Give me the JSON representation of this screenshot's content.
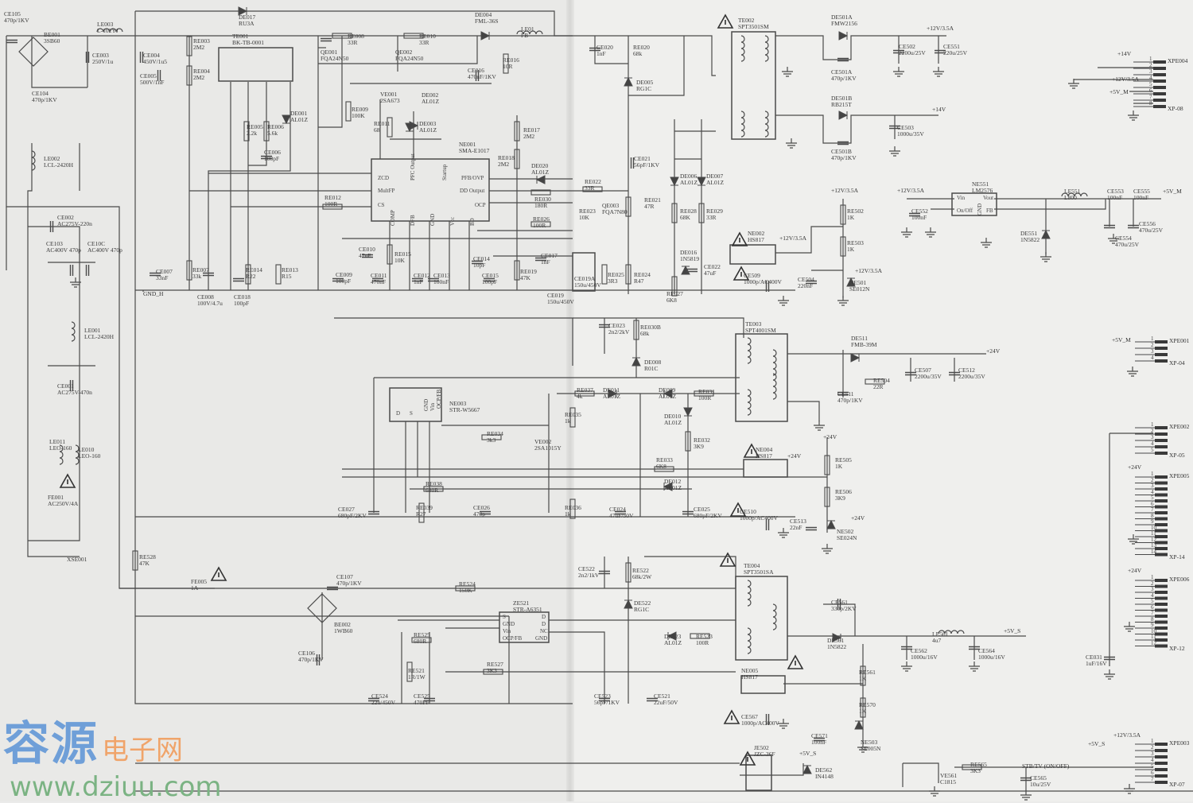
{
  "components": [
    {
      "ref": "CE105",
      "val": "470p/1KV"
    },
    {
      "ref": "LE003",
      "val": "L-102YJ"
    },
    {
      "ref": "BE001",
      "val": "3SB60"
    },
    {
      "ref": "CE003",
      "val": "250V/1u"
    },
    {
      "ref": "CE104",
      "val": "470p/1KV"
    },
    {
      "ref": "LE002",
      "val": "LCL-2420H"
    },
    {
      "ref": "CE004",
      "val": "450V/1u5"
    },
    {
      "ref": "CE005",
      "val": "500V/1nF"
    },
    {
      "ref": "RE003",
      "val": "2M2"
    },
    {
      "ref": "RE004",
      "val": "2M2"
    },
    {
      "ref": "DE017",
      "val": "RU3A"
    },
    {
      "ref": "TE001",
      "val": "BK-TB-0001"
    },
    {
      "ref": "QE001",
      "val": "FQA24N50"
    },
    {
      "ref": "RE008",
      "val": "33R"
    },
    {
      "ref": "QE002",
      "val": "FQA24N50"
    },
    {
      "ref": "RE010",
      "val": "33R"
    },
    {
      "ref": "DE004",
      "val": "FML-36S"
    },
    {
      "ref": "LE01",
      "val": "FB"
    },
    {
      "ref": "CE016",
      "val": "470nF/1KV"
    },
    {
      "ref": "RE016",
      "val": "10R"
    },
    {
      "ref": "DE001",
      "val": "AL01Z"
    },
    {
      "ref": "RE005",
      "val": "2.2k"
    },
    {
      "ref": "RE006",
      "val": "5.6k"
    },
    {
      "ref": "CE006",
      "val": "100pF"
    },
    {
      "ref": "RE009",
      "val": "100K"
    },
    {
      "ref": "VE001",
      "val": "2SA673"
    },
    {
      "ref": "DE002",
      "val": "AL01Z"
    },
    {
      "ref": "RE011",
      "val": "68"
    },
    {
      "ref": "DE003",
      "val": "AL01Z"
    },
    {
      "ref": "NE001",
      "val": "SMA-E1017"
    },
    {
      "ref": "RE017",
      "val": "2M2"
    },
    {
      "ref": "RE018",
      "val": "2M2"
    },
    {
      "ref": "DE020",
      "val": "AL01Z"
    },
    {
      "ref": "RE030",
      "val": "180R"
    },
    {
      "ref": "RE026",
      "val": "100R"
    },
    {
      "ref": "RE012",
      "val": "100R"
    },
    {
      "ref": "CE007",
      "val": "33nF"
    },
    {
      "ref": "RE007",
      "val": "33k"
    },
    {
      "ref": "CE008",
      "val": "100V/4.7u"
    },
    {
      "ref": "CE018",
      "val": "100pF"
    },
    {
      "ref": "RE014",
      "val": "R22"
    },
    {
      "ref": "RE013",
      "val": "R15"
    },
    {
      "ref": "CE009",
      "val": "100pF"
    },
    {
      "ref": "CE010",
      "val": "47nF"
    },
    {
      "ref": "RE015",
      "val": "10K"
    },
    {
      "ref": "CE011",
      "val": "470nF"
    },
    {
      "ref": "CE012",
      "val": "1nF"
    },
    {
      "ref": "CE013",
      "val": "100nF"
    },
    {
      "ref": "CE014",
      "val": "10pF"
    },
    {
      "ref": "CE015",
      "val": "100pF"
    },
    {
      "ref": "RE019",
      "val": "47K"
    },
    {
      "ref": "CE017",
      "val": "1nF"
    },
    {
      "ref": "CE019",
      "val": "150u/450V"
    },
    {
      "ref": "CE019A",
      "val": "150u/450V"
    },
    {
      "ref": "CE002",
      "val": "AC275V-220n"
    },
    {
      "ref": "CE103",
      "val": "AC400V 470p"
    },
    {
      "ref": "CE10C",
      "val": "AC400V 470p"
    },
    {
      "ref": "LE001",
      "val": "LCL-2420H"
    },
    {
      "ref": "CE001",
      "val": "AC275V-470n"
    },
    {
      "ref": "LE011",
      "val": "LEO-160"
    },
    {
      "ref": "LE010",
      "val": "LEO-160"
    },
    {
      "ref": "FE001",
      "val": "AC250V/4A"
    },
    {
      "ref": "XSE001",
      "val": ""
    },
    {
      "ref": "CE020",
      "val": "1nF"
    },
    {
      "ref": "RE020",
      "val": "68k"
    },
    {
      "ref": "DE005",
      "val": "RG1C"
    },
    {
      "ref": "TE002",
      "val": "SPT3501SM"
    },
    {
      "ref": "DE501A",
      "val": "FMW2156"
    },
    {
      "ref": "CE501A",
      "val": "470p/1KV"
    },
    {
      "ref": "CE502",
      "val": "2200u/25V"
    },
    {
      "ref": "CE551",
      "val": "220u/25V"
    },
    {
      "ref": "DE501B",
      "val": "RB215T"
    },
    {
      "ref": "CE501B",
      "val": "470p/1KV"
    },
    {
      "ref": "CE503",
      "val": "1000u/35V"
    },
    {
      "ref": "CE021",
      "val": "56pF/1KV"
    },
    {
      "ref": "RE022",
      "val": "33R"
    },
    {
      "ref": "QE003",
      "val": "FQA7N80"
    },
    {
      "ref": "RE023",
      "val": "10K"
    },
    {
      "ref": "RE021",
      "val": "47R"
    },
    {
      "ref": "DE006",
      "val": "AL01Z"
    },
    {
      "ref": "DE007",
      "val": "AL01Z"
    },
    {
      "ref": "RE028",
      "val": "68K"
    },
    {
      "ref": "RE029",
      "val": "33R"
    },
    {
      "ref": "DE016",
      "val": "1N5819"
    },
    {
      "ref": "CE022",
      "val": "47uF"
    },
    {
      "ref": "RE025",
      "val": "3R3"
    },
    {
      "ref": "RE024",
      "val": "R47"
    },
    {
      "ref": "RE027",
      "val": "6K8"
    },
    {
      "ref": "NE002",
      "val": "HS817"
    },
    {
      "ref": "CE509",
      "val": "1000p/AC400V"
    },
    {
      "ref": "RE502",
      "val": "1K"
    },
    {
      "ref": "RE503",
      "val": "1K"
    },
    {
      "ref": "CE504",
      "val": "220nF"
    },
    {
      "ref": "NE501",
      "val": "SE012N"
    },
    {
      "ref": "NE551",
      "val": "LM2576"
    },
    {
      "ref": "CE552",
      "val": "100nF"
    },
    {
      "ref": "LE551",
      "val": "L800"
    },
    {
      "ref": "DE551",
      "val": "1N5822"
    },
    {
      "ref": "CE553",
      "val": "100nF"
    },
    {
      "ref": "CE555",
      "val": "100nF"
    },
    {
      "ref": "CE556",
      "val": "470u/25V"
    },
    {
      "ref": "CE554",
      "val": "470u/25V"
    },
    {
      "ref": "CE023",
      "val": "2n2/2kV"
    },
    {
      "ref": "RE030B",
      "val": "68k"
    },
    {
      "ref": "DE008",
      "val": "R01C"
    },
    {
      "ref": "TE003",
      "val": "SPT4001SM"
    },
    {
      "ref": "DE511",
      "val": "FMB-39M"
    },
    {
      "ref": "CE511",
      "val": "470p/1KV"
    },
    {
      "ref": "RE504",
      "val": "22R"
    },
    {
      "ref": "CE507",
      "val": "2200u/35V"
    },
    {
      "ref": "CE512",
      "val": "2200u/35V"
    },
    {
      "ref": "NE003",
      "val": "STR-W5667"
    },
    {
      "ref": "RE037",
      "val": "4k"
    },
    {
      "ref": "DE011",
      "val": "AL01Z"
    },
    {
      "ref": "DE009",
      "val": "AL01Z"
    },
    {
      "ref": "RE031",
      "val": "100R"
    },
    {
      "ref": "DE010",
      "val": "AL01Z"
    },
    {
      "ref": "RE035",
      "val": "1k"
    },
    {
      "ref": "RE034",
      "val": "3k3"
    },
    {
      "ref": "VE002",
      "val": "2SA1015Y"
    },
    {
      "ref": "RE032",
      "val": "3K9"
    },
    {
      "ref": "RE033",
      "val": "6K8"
    },
    {
      "ref": "NE004",
      "val": "HS817"
    },
    {
      "ref": "RE038",
      "val": "680R"
    },
    {
      "ref": "DE012",
      "val": "AL01Z"
    },
    {
      "ref": "RE505",
      "val": "1K"
    },
    {
      "ref": "RE506",
      "val": "3K9"
    },
    {
      "ref": "CE027",
      "val": "680pF/2KV"
    },
    {
      "ref": "RE039",
      "val": "R27"
    },
    {
      "ref": "CE026",
      "val": "470p"
    },
    {
      "ref": "RE036",
      "val": "1k"
    },
    {
      "ref": "CE024",
      "val": "47uF/50V"
    },
    {
      "ref": "CE025",
      "val": "680pF/2KV"
    },
    {
      "ref": "CE510",
      "val": "1000p/AC400V"
    },
    {
      "ref": "CE513",
      "val": "22nF"
    },
    {
      "ref": "NE502",
      "val": "SE024N"
    },
    {
      "ref": "RE528",
      "val": "47K"
    },
    {
      "ref": "FE005",
      "val": "1A"
    },
    {
      "ref": "CE107",
      "val": "470p/1KV"
    },
    {
      "ref": "RE524",
      "val": "150K"
    },
    {
      "ref": "BE002",
      "val": "1WB60"
    },
    {
      "ref": "CE106",
      "val": "470p/1KV"
    },
    {
      "ref": "ZE521",
      "val": "STR-A6351"
    },
    {
      "ref": "RE525",
      "val": "680R"
    },
    {
      "ref": "RE521",
      "val": "1R/1W"
    },
    {
      "ref": "RE527",
      "val": "3K3"
    },
    {
      "ref": "CE524",
      "val": "22u/450V"
    },
    {
      "ref": "CE525",
      "val": "470PF"
    },
    {
      "ref": "CE522",
      "val": "2n2/1kV"
    },
    {
      "ref": "RE522",
      "val": "68k/2W"
    },
    {
      "ref": "DE522",
      "val": "RG1C"
    },
    {
      "ref": "DE523",
      "val": "AL01Z"
    },
    {
      "ref": "RE523",
      "val": "100R"
    },
    {
      "ref": "CE523",
      "val": "56pF/1KV"
    },
    {
      "ref": "CE521",
      "val": "22uF/50V"
    },
    {
      "ref": "TE004",
      "val": "SPT3501SA"
    },
    {
      "ref": "CE561",
      "val": "330p/2KV"
    },
    {
      "ref": "DE561",
      "val": "1N5822"
    },
    {
      "ref": "LE561",
      "val": "4u7"
    },
    {
      "ref": "CE562",
      "val": "1000u/16V"
    },
    {
      "ref": "CE564",
      "val": "1000u/16V"
    },
    {
      "ref": "NE005",
      "val": "HS817"
    },
    {
      "ref": "RE561",
      "val": "1K"
    },
    {
      "ref": "RE570",
      "val": "1K"
    },
    {
      "ref": "CE567",
      "val": "1000p/AC400V"
    },
    {
      "ref": "CE571",
      "val": "100nF"
    },
    {
      "ref": "NE503",
      "val": "SE005N"
    },
    {
      "ref": "JE502",
      "val": "JZC-36F"
    },
    {
      "ref": "DE562",
      "val": "IN4148"
    },
    {
      "ref": "VE561",
      "val": "C1815"
    },
    {
      "ref": "RE565",
      "val": "3K3"
    },
    {
      "ref": "CE565",
      "val": "10u/25V"
    },
    {
      "ref": "CE031",
      "val": "1uF/16V"
    }
  ],
  "nets": {
    "gnd_h": "GND_H",
    "v12_1": "+12V/3.5A",
    "v14_1": "+14V",
    "v12_2": "+12V/3.5A",
    "v12_3": "+12V/3.5A",
    "v12_4": "+12V/3.5A",
    "v12_5": "+12V/3.5A",
    "v5m_1": "+5V_M",
    "v14_2": "+14V",
    "v12_6": "+12V/3.5A",
    "v5m_2": "+5V_M",
    "v5m_3": "+5V_M",
    "v24_1": "+24V",
    "v24_2": "+24V",
    "v24_3": "+24V",
    "v24_4": "+24V",
    "v24_5": "+24V",
    "v24_6": "+24V",
    "v5s_1": "+5V_S",
    "v5s_2": "+5V_S",
    "v5s_3": "+5V_S",
    "v12_7": "+12V/3.5A",
    "stb": "STB/TV (ON/OFF)"
  },
  "ic_pins": {
    "ne001": [
      "ZCD",
      "MultFP",
      "CS",
      "COMP",
      "DFB",
      "GND",
      "Vcc",
      "BD",
      "PFB/OVP",
      "DD Output",
      "OCP",
      "PFC Output",
      "Startup"
    ],
    "ne003": [
      "D",
      "S",
      "GND",
      "Vin",
      "OCP/FB"
    ],
    "ne551": [
      "Vin",
      "On/Off",
      "GND",
      "Vout",
      "FB"
    ],
    "ze521": [
      "S",
      "GND",
      "Vin",
      "OCP/FB",
      "D",
      "D",
      "NC",
      "GND"
    ]
  },
  "connectors": [
    {
      "ref": "XPE004",
      "end": "XP-08",
      "pins": 8
    },
    {
      "ref": "XPE001",
      "end": "XP-04",
      "pins": 4
    },
    {
      "ref": "XPE002",
      "end": "XP-05",
      "pins": 5
    },
    {
      "ref": "XPE005",
      "end": "XP-14",
      "pins": 14
    },
    {
      "ref": "XPE006",
      "end": "XP-12",
      "pins": 12
    },
    {
      "ref": "XPE003",
      "end": "XP-07",
      "pins": 7
    }
  ],
  "watermark": {
    "cn_blue": "容源",
    "cn_orange": "电子网",
    "url": "www.dziuu.com"
  },
  "colors": {
    "wire": "#4a4a4a",
    "paper": "#ececea",
    "wm_blue": "#6f9fd8",
    "wm_orange": "#f0a46a",
    "wm_green": "#7bb383"
  }
}
